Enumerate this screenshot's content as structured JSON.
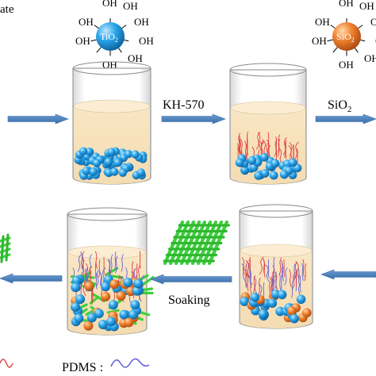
{
  "labels": {
    "top_left_partial": "ate",
    "tio2_hydroxyl": "OH",
    "tio2_particle": "TiO",
    "tio2_sub": "2",
    "sio2_particle": "SiO",
    "sio2_sub": "2",
    "step_kh570": "KH-570",
    "step_sio2": "SiO",
    "step_sio2_sub": "2",
    "step_soaking": "Soaking",
    "legend_pdms": "PDMS :"
  },
  "colors": {
    "arrow": "#4f81bd",
    "liquid": "#f7e3bf",
    "tio2_sphere": "#1f9be0",
    "sio2_sphere": "#ef7b2e",
    "fabric": "#3fcf3f",
    "chain_red": "#e04040",
    "chain_blue": "#6666d8"
  }
}
